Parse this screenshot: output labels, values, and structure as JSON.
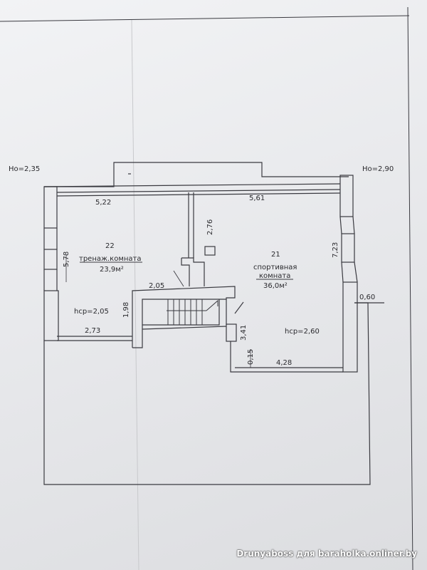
{
  "plan": {
    "level_left": "Hо=2,35",
    "level_right": "Hо=2,90",
    "rooms": [
      {
        "number": "22",
        "name": "тренаж.комната",
        "area": "23,9м²",
        "hcp": "hср=2,05"
      },
      {
        "number": "21",
        "name_line1": "спортивная",
        "name_line2": "комната",
        "area": "36,0м²",
        "hcp": "hср=2,60"
      }
    ],
    "dims": {
      "top_left": "5,22",
      "top_right": "5,61",
      "corridor": "2,76",
      "left_wall": "5,78",
      "right_wall": "7,23",
      "stair_top": "2,05",
      "stair_side": "1,98",
      "bottom_left": "2,73",
      "step": "3,41",
      "small": "0,15",
      "bottom_right": "4,28",
      "outside": "0,60"
    }
  },
  "watermark": "Drunyaboss для baraholka.onliner.by",
  "colors": {
    "line": "#3a3a40",
    "paper": "#eeeff2"
  }
}
